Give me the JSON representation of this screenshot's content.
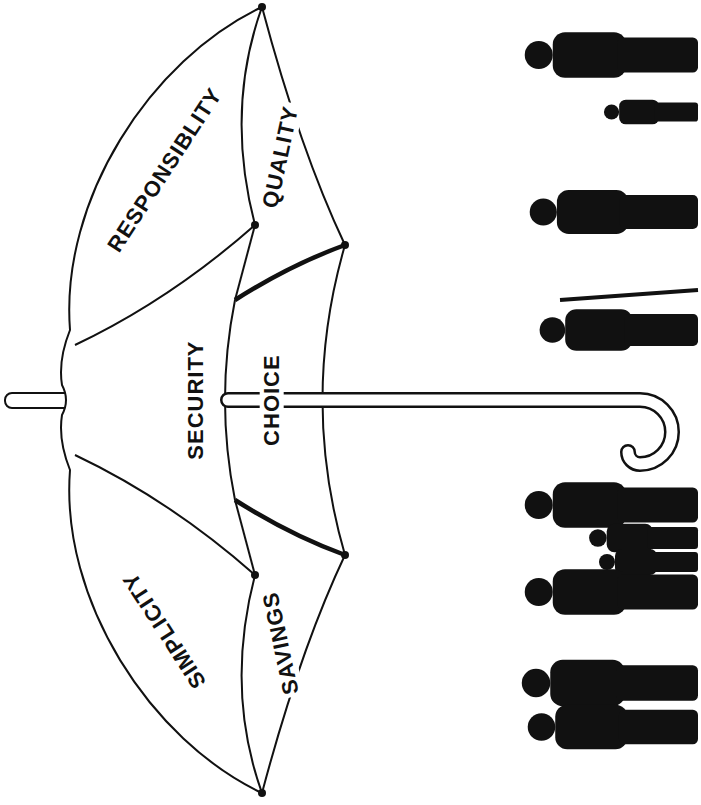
{
  "diagram": {
    "labels": [
      "RESPONSIBLITY",
      "QUALITY",
      "SECURITY",
      "CHOICE",
      "SIMPLICITY",
      "SAVINGS"
    ]
  }
}
